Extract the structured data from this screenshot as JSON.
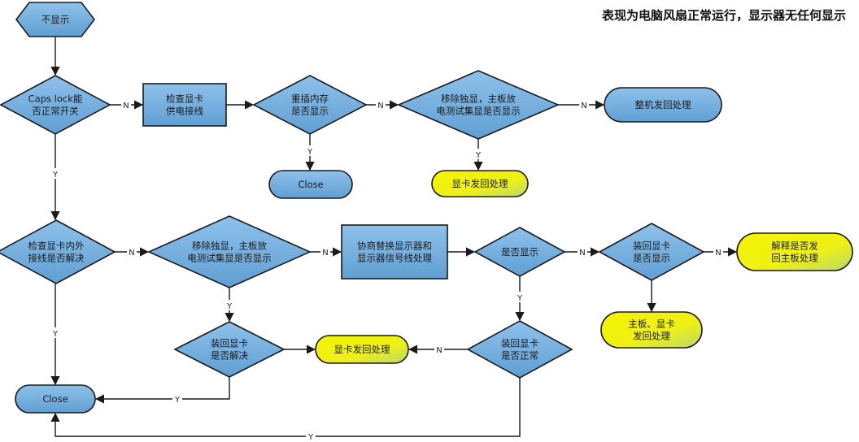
{
  "title": "表现为电脑风扇正常运行，显示器无任何显示",
  "labels": {
    "n": "N",
    "y": "Y"
  },
  "nodes": {
    "start": [
      "不显示"
    ],
    "caps": [
      "Caps lock能",
      "否正常开关"
    ],
    "checkPower": [
      "检查显卡",
      "供电接线"
    ],
    "reseatMem": [
      "重插内存",
      "是否显示"
    ],
    "removeGpu1": [
      "移除独显，主板放",
      "电测试集显是否显示"
    ],
    "returnMachine": [
      "整机发回处理"
    ],
    "close1": [
      "Close"
    ],
    "gpuReturn1": [
      "显卡发回处理"
    ],
    "checkCables": [
      "检查显卡内外",
      "接线是否解决"
    ],
    "removeGpu2": [
      "移除独显，主板放",
      "电测试集显是否显示"
    ],
    "replaceMonitor": [
      "协商替换显示器和",
      "显示器信号线处理"
    ],
    "isDisplay": [
      "是否显示"
    ],
    "refitGpu1": [
      "装回显卡",
      "是否显示"
    ],
    "explainReturn": [
      "解释是否发",
      "回主板处理"
    ],
    "boardGpuReturn": [
      "主板、显卡",
      "发回处理"
    ],
    "refitGpu2": [
      "装回显卡",
      "是否解决"
    ],
    "gpuReturn2": [
      "显卡发回处理"
    ],
    "refitGpu3": [
      "装回显卡",
      "是否正常"
    ],
    "close2": [
      "Close"
    ]
  }
}
